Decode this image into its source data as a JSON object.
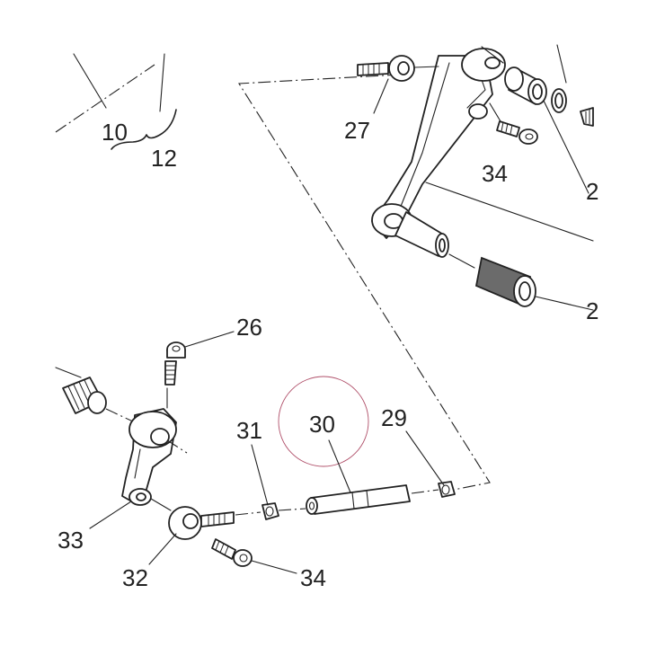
{
  "labels": {
    "l10": "10",
    "l12": "12",
    "l27": "27",
    "l34a": "34",
    "l2a": "2",
    "l2b": "2",
    "l26": "26",
    "l30": "30",
    "l29": "29",
    "l31": "31",
    "l33": "33",
    "l32": "32",
    "l34b": "34"
  },
  "colors": {
    "ink": "#222222",
    "highlight_circle": "#b0506a",
    "pad_fill": "#6b6b6b"
  }
}
